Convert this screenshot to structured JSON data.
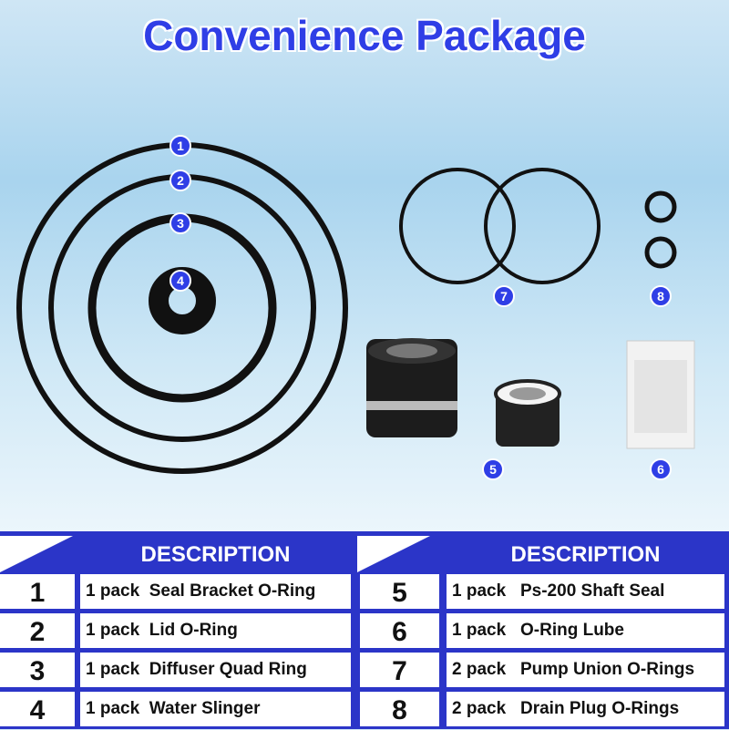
{
  "title": "Convenience Package",
  "badges": [
    "1",
    "2",
    "3",
    "4",
    "5",
    "6",
    "7",
    "8"
  ],
  "colors": {
    "accent": "#2b35c8",
    "title": "#2f3ee6"
  },
  "table": {
    "left": {
      "header": "DESCRIPTION",
      "rows": [
        {
          "num": "1",
          "desc": "1 pack  Seal Bracket O-Ring"
        },
        {
          "num": "2",
          "desc": "1 pack  Lid O-Ring"
        },
        {
          "num": "3",
          "desc": "1 pack  Diffuser Quad Ring"
        },
        {
          "num": "4",
          "desc": "1 pack  Water Slinger"
        }
      ]
    },
    "right": {
      "header": "DESCRIPTION",
      "rows": [
        {
          "num": "5",
          "desc": "1 pack   Ps-200 Shaft Seal"
        },
        {
          "num": "6",
          "desc": "1 pack   O-Ring Lube"
        },
        {
          "num": "7",
          "desc": "2 pack   Pump Union O-Rings"
        },
        {
          "num": "8",
          "desc": "2 pack   Drain Plug O-Rings"
        }
      ]
    }
  }
}
